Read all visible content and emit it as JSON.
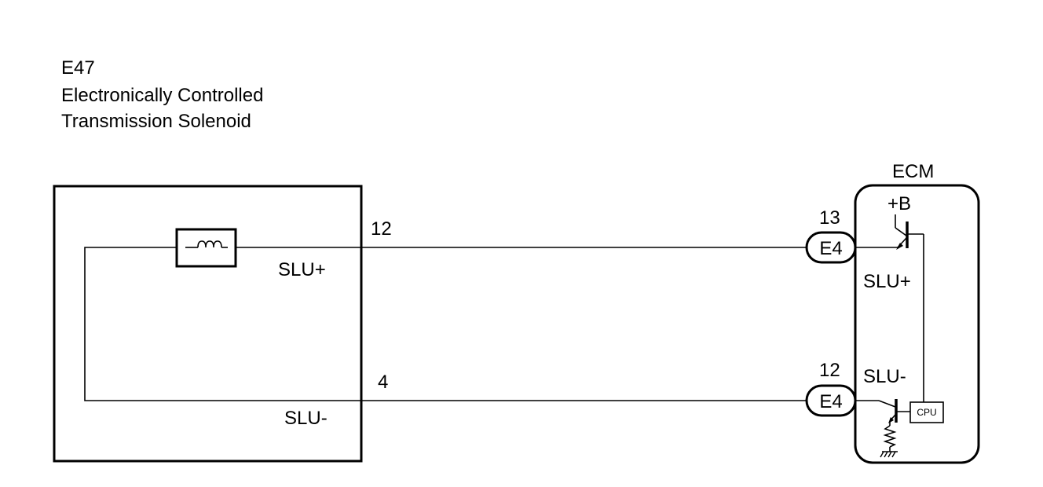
{
  "component": {
    "id": "E47",
    "name_line1": "Electronically Controlled",
    "name_line2": "Transmission Solenoid",
    "slu_plus": "SLU+",
    "slu_minus": "SLU-"
  },
  "wires": [
    {
      "pin": "12"
    },
    {
      "pin": "4"
    }
  ],
  "connectors": [
    {
      "pin": "13",
      "id": "E4"
    },
    {
      "pin": "12",
      "id": "E4"
    }
  ],
  "ecm": {
    "title": "ECM",
    "supply": "+B",
    "slu_plus": "SLU+",
    "slu_minus": "SLU-",
    "cpu": "CPU"
  }
}
